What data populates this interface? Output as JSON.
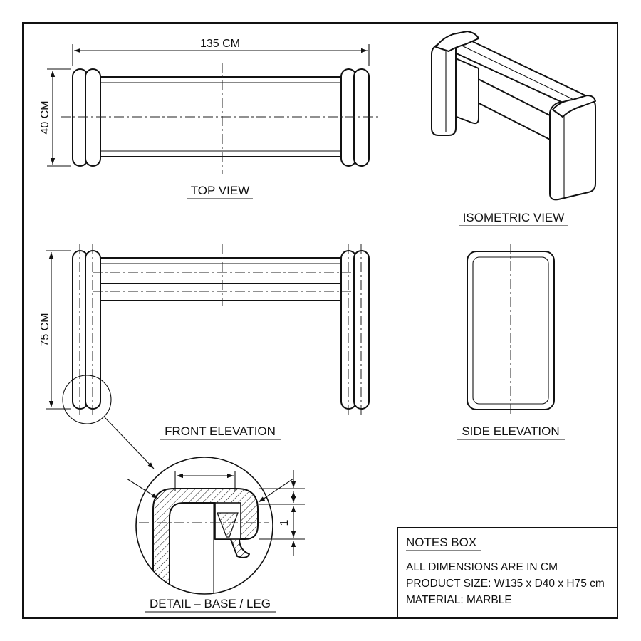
{
  "drawing": {
    "overall_width_label": "135 CM",
    "depth_label": "40 CM",
    "height_label": "75 CM",
    "detail_dim_label": "1"
  },
  "views": {
    "top": "TOP VIEW",
    "isometric": "ISOMETRIC VIEW",
    "front": "FRONT ELEVATION",
    "side": "SIDE ELEVATION",
    "detail": "DETAIL – BASE / LEG"
  },
  "notes": {
    "title": "NOTES BOX",
    "lines": [
      "ALL DIMENSIONS ARE IN CM",
      "PRODUCT SIZE: W135 x D40 x H75 cm",
      "MATERIAL: MARBLE"
    ]
  },
  "colors": {
    "line": "#111111",
    "paper": "#ffffff"
  }
}
